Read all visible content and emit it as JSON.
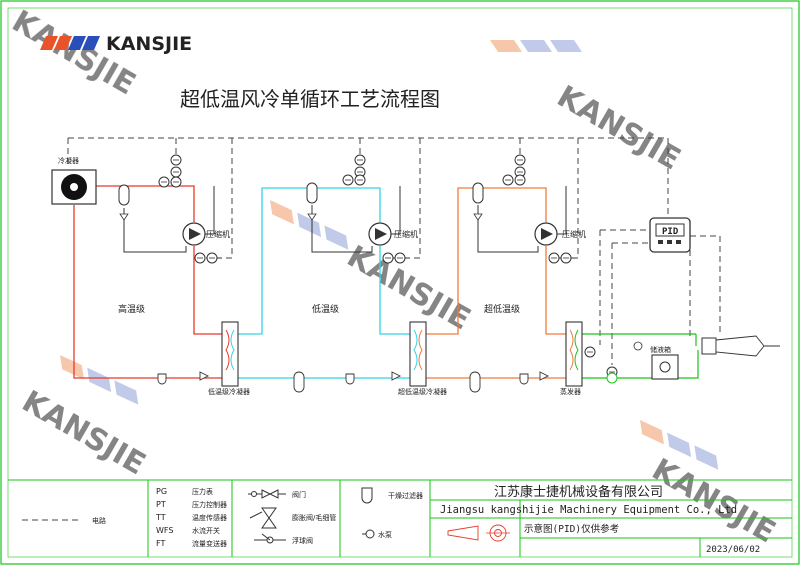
{
  "colors": {
    "frame": "#19c519",
    "hot": "#e83a2a",
    "cold": "#33d4e8",
    "mid": "#f07a3c",
    "line": "#333333",
    "dash": "#444444",
    "brand_blue": "#2a4fb8",
    "wm_orange": "#f09a66",
    "wm_blue": "#8fa0d8",
    "company": "#e5a04a"
  },
  "logo": {
    "brand": "KANSJIE"
  },
  "watermark": {
    "text": "KANSJIE"
  },
  "title": "超低温风冷单循环工艺流程图",
  "stages": {
    "high": "高温级",
    "low": "低温级",
    "ultra": "超低温级"
  },
  "components": {
    "condenser_label": "冷凝器",
    "compressor_label": "压缩机",
    "cascade_low": "低温级冷凝器",
    "cascade_ultra": "超低温级冷凝器",
    "evaporator": "蒸发器",
    "tank": "储液箱",
    "pid_display": "PID"
  },
  "legend": {
    "line_label": "电路",
    "abbrev": [
      {
        "code": "PG",
        "desc": "压力表"
      },
      {
        "code": "PT",
        "desc": "压力控制器"
      },
      {
        "code": "TT",
        "desc": "温度传感器"
      },
      {
        "code": "WFS",
        "desc": "水流开关"
      },
      {
        "code": "FT",
        "desc": "流量变送器"
      }
    ],
    "symbols": [
      {
        "desc": "阀门"
      },
      {
        "desc": "膨胀阀/毛细管"
      },
      {
        "desc": "浮球阀"
      }
    ],
    "filter_label": "干燥过滤器",
    "pump_label": "水泵"
  },
  "company": {
    "cn": "江苏康士捷机械设备有限公司",
    "en": "Jiangsu kangshijie Machinery Equipment Co., Ltd",
    "note": "示意图(PID)仅供参考",
    "date": "2023/06/02"
  }
}
